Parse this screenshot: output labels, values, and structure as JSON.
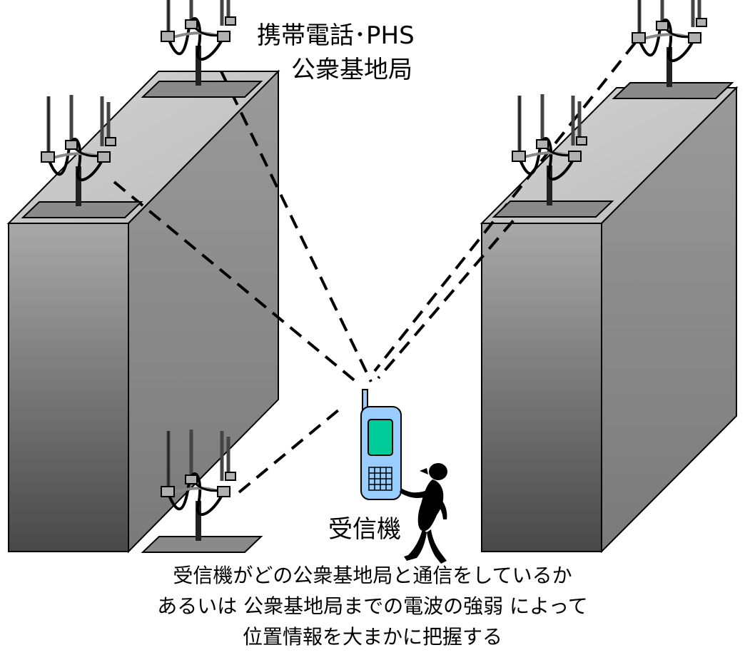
{
  "labels": {
    "station_line1": "携帯電話･PHS",
    "station_line2": "公衆基地局",
    "receiver": "受信機"
  },
  "caption": {
    "line1": "受信機がどの公衆基地局と通信をしているか",
    "line2": "あるいは 公衆基地局までの電波の強弱 によって",
    "line3": "位置情報を大まかに把握する"
  },
  "colors": {
    "building_front_top": "#a6a6a6",
    "building_front_bottom": "#4a4a4a",
    "building_side": "#8c8c8c",
    "building_roof": "#c8c8c8",
    "phone_body": "#99ccff",
    "phone_screen": "#00cc99",
    "signal_line": "#000000"
  },
  "icons": [
    "antenna-icon",
    "mobile-phone-icon",
    "person-silhouette-icon"
  ]
}
